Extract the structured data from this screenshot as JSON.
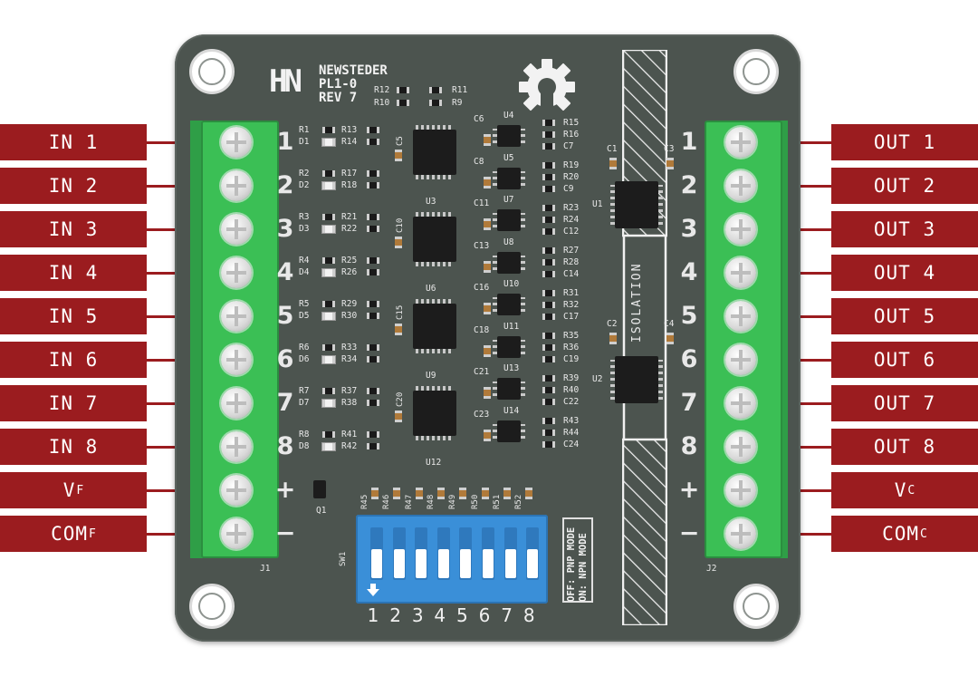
{
  "inputs": {
    "labels": [
      {
        "text": "IN 1",
        "sub": ""
      },
      {
        "text": "IN 2",
        "sub": ""
      },
      {
        "text": "IN 3",
        "sub": ""
      },
      {
        "text": "IN 4",
        "sub": ""
      },
      {
        "text": "IN 5",
        "sub": ""
      },
      {
        "text": "IN 6",
        "sub": ""
      },
      {
        "text": "IN 7",
        "sub": ""
      },
      {
        "text": "IN 8",
        "sub": ""
      },
      {
        "text": "V",
        "sub": "F"
      },
      {
        "text": "COM",
        "sub": "F"
      }
    ]
  },
  "outputs": {
    "labels": [
      {
        "text": "OUT 1",
        "sub": ""
      },
      {
        "text": "OUT 2",
        "sub": ""
      },
      {
        "text": "OUT 3",
        "sub": ""
      },
      {
        "text": "OUT 4",
        "sub": ""
      },
      {
        "text": "OUT 5",
        "sub": ""
      },
      {
        "text": "OUT 6",
        "sub": ""
      },
      {
        "text": "OUT 7",
        "sub": ""
      },
      {
        "text": "OUT 8",
        "sub": ""
      },
      {
        "text": "V",
        "sub": "C"
      },
      {
        "text": "COM",
        "sub": "C"
      }
    ]
  },
  "board": {
    "brand": {
      "logo_mark": "HN",
      "line1": "NEWSTEDER",
      "line2": "PL1-0",
      "line3": "REV 7"
    },
    "pin_numbers": [
      "1",
      "2",
      "3",
      "4",
      "5",
      "6",
      "7",
      "8",
      "+",
      "−"
    ],
    "connector_left": "J1",
    "connector_right": "J2",
    "isolation_label": "ISOLATION",
    "mode_label_off": "OFF: PNP MODE",
    "mode_label_on": "ON: NPN MODE",
    "switch_ref": "SW1",
    "switch_numbers": [
      "1",
      "2",
      "3",
      "4",
      "5",
      "6",
      "7",
      "8"
    ],
    "transistor_ref": "Q1",
    "top_refs": [
      "R12",
      "R10",
      "R11",
      "R9"
    ],
    "channels": [
      {
        "r1": "R1",
        "d": "D1",
        "ra": "R13",
        "rb": "R14"
      },
      {
        "r1": "R2",
        "d": "D2",
        "ra": "R17",
        "rb": "R18"
      },
      {
        "r1": "R3",
        "d": "D3",
        "ra": "R21",
        "rb": "R22"
      },
      {
        "r1": "R4",
        "d": "D4",
        "ra": "R25",
        "rb": "R26"
      },
      {
        "r1": "R5",
        "d": "D5",
        "ra": "R29",
        "rb": "R30"
      },
      {
        "r1": "R6",
        "d": "D6",
        "ra": "R33",
        "rb": "R34"
      },
      {
        "r1": "R7",
        "d": "D7",
        "ra": "R37",
        "rb": "R38"
      },
      {
        "r1": "R8",
        "d": "D8",
        "ra": "R41",
        "rb": "R42"
      }
    ],
    "quad_chips": [
      {
        "cap": "C5",
        "label": "U3"
      },
      {
        "cap": "C10",
        "label": "U6"
      },
      {
        "cap": "C15",
        "label": "U9"
      },
      {
        "cap": "C20",
        "label": "U12"
      }
    ],
    "small_chips": [
      {
        "cap": "C6",
        "u": "U4"
      },
      {
        "cap": "C8",
        "u": "U5"
      },
      {
        "cap": "C11",
        "u": "U7"
      },
      {
        "cap": "C13",
        "u": "U8"
      },
      {
        "cap": "C16",
        "u": "U10"
      },
      {
        "cap": "C18",
        "u": "U11"
      },
      {
        "cap": "C21",
        "u": "U13"
      },
      {
        "cap": "C23",
        "u": "U14"
      }
    ],
    "right_refs": [
      [
        "R15",
        "R16",
        "C7"
      ],
      [
        "R19",
        "R20",
        "C9"
      ],
      [
        "R23",
        "R24",
        "C12"
      ],
      [
        "R27",
        "R28",
        "C14"
      ],
      [
        "R31",
        "R32",
        "C17"
      ],
      [
        "R35",
        "R36",
        "C19"
      ],
      [
        "R39",
        "R40",
        "C22"
      ],
      [
        "R43",
        "R44",
        "C24"
      ]
    ],
    "isolators": [
      {
        "u": "U1",
        "cap_left": "C1",
        "cap_right": "C3"
      },
      {
        "u": "U2",
        "cap_left": "C2",
        "cap_right": "C4"
      }
    ],
    "bottom_resistors": [
      "R45",
      "R46",
      "R47",
      "R48",
      "R49",
      "R50",
      "R51",
      "R52"
    ]
  }
}
